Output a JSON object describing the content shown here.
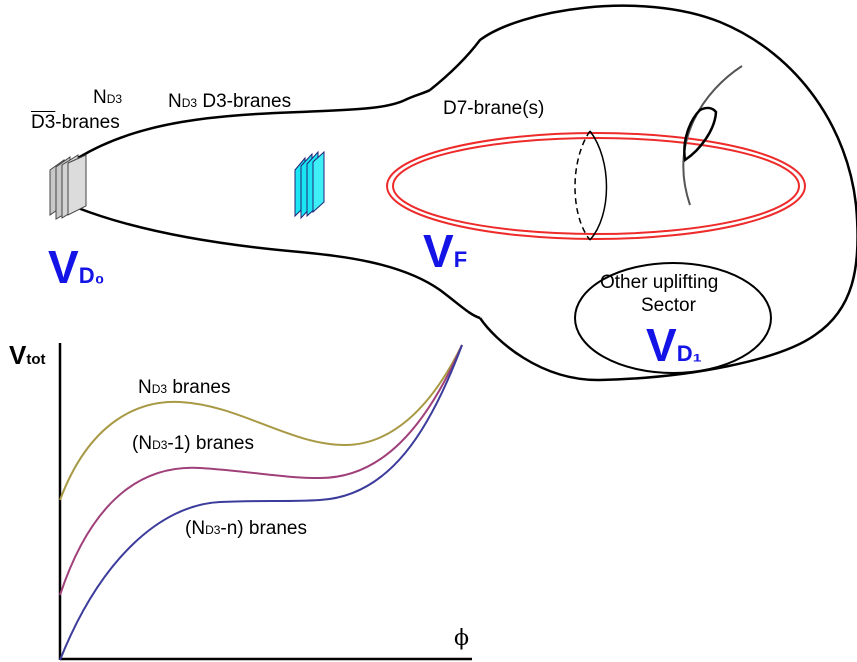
{
  "labels": {
    "nd3": "N",
    "nd3_sub": "D3",
    "d3bar_d3": "D3",
    "d3bar_rest": "-branes",
    "nd3_d3_n": "N",
    "nd3_d3_sub": "D3",
    "nd3_d3_rest": " D3-branes",
    "d7": "D7-brane(s)",
    "other_line1": "Other uplifting",
    "other_line2": "Sector",
    "vd0_v": "V",
    "vd0_sub": "D₀",
    "vf_v": "V",
    "vf_sub": "F",
    "vd1_v": "V",
    "vd1_sub": "D₁",
    "vtot_v": "V",
    "vtot_sub": "tot",
    "phi": "ϕ",
    "curve1_n": "N",
    "curve1_sub": "D3",
    "curve1_rest": " branes",
    "curve2_pre": "(N",
    "curve2_sub": "D3",
    "curve2_rest": "-1) branes",
    "curve3_pre": "(N",
    "curve3_sub": "D3",
    "curve3_rest": "-n) branes"
  },
  "colors": {
    "accent_blue": "#1414e6",
    "d7_ring": "#ee2b2b",
    "d3_brane": "#19e6f0",
    "anti_d3_brane": "#c8c8c8",
    "curve_top": "#a89a45",
    "curve_mid": "#a0407a",
    "curve_bottom": "#3c3c9c"
  },
  "icons": [
    "anti-d3-brane-stack-icon",
    "d3-brane-stack-icon"
  ]
}
